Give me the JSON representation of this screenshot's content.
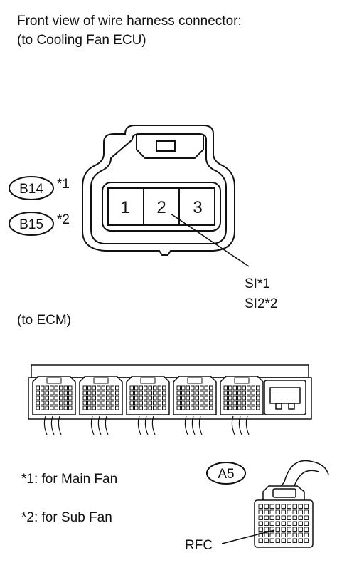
{
  "heading": {
    "line1": "Front view of wire harness connector:",
    "line2": "(to Cooling Fan ECU)"
  },
  "connector_top": {
    "codes": [
      "B14",
      "B15"
    ],
    "notes": [
      "*1",
      "*2"
    ],
    "pins": [
      "1",
      "2",
      "3"
    ],
    "signal_labels": [
      "SI*1",
      "SI2*2"
    ]
  },
  "ecm_label": "(to ECM)",
  "connector_bottom": {
    "code": "A5",
    "terminal_label": "RFC"
  },
  "footnotes": [
    "*1: for Main Fan",
    "*2: for Sub Fan"
  ]
}
